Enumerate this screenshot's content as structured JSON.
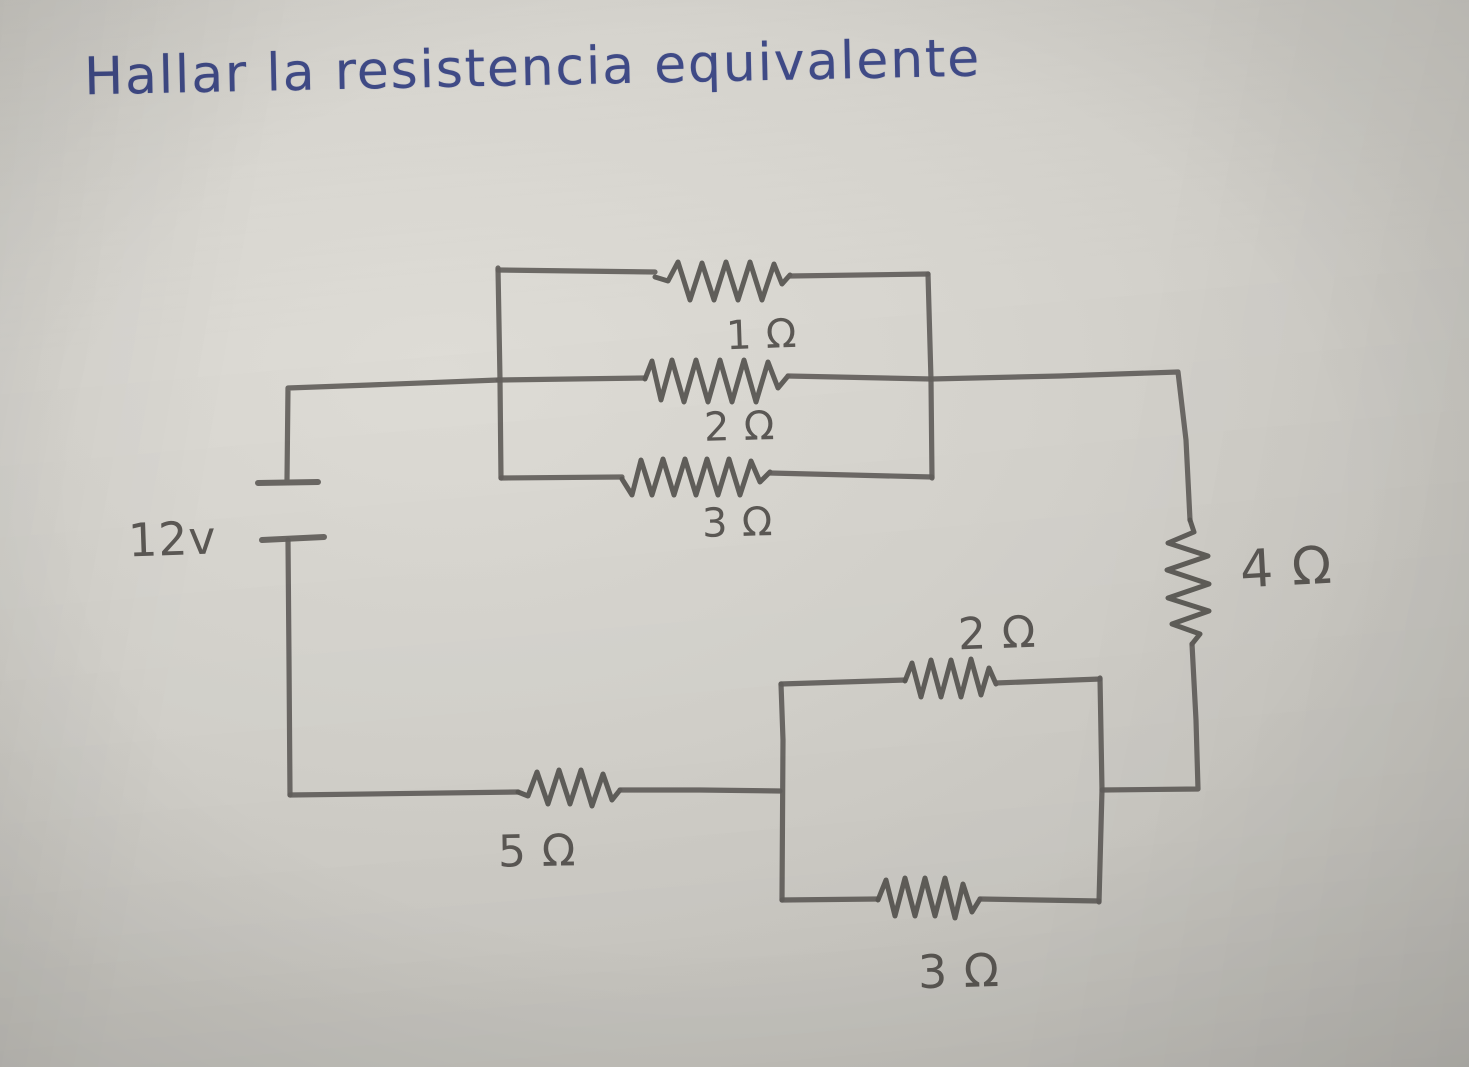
{
  "page": {
    "title_text": "Hallar la resistencia equivalente",
    "ink_blue": "#3f4a86",
    "ink_pencil": "#5b5854",
    "paper": "#d9d7d2"
  },
  "circuit": {
    "source": {
      "label": "12v",
      "type": "battery"
    },
    "top_parallel": {
      "branches": [
        {
          "label": "1 Ω",
          "value": 1,
          "unit": "Ω"
        },
        {
          "label": "2 Ω",
          "value": 2,
          "unit": "Ω"
        },
        {
          "label": "3 Ω",
          "value": 3,
          "unit": "Ω"
        }
      ]
    },
    "right_series": {
      "label": "4 Ω",
      "value": 4,
      "unit": "Ω"
    },
    "bottom_series": {
      "label": "5 Ω",
      "value": 5,
      "unit": "Ω"
    },
    "bottom_parallel": {
      "branches": [
        {
          "label": "2 Ω",
          "value": 2,
          "unit": "Ω"
        },
        {
          "label": "3 Ω",
          "value": 3,
          "unit": "Ω"
        }
      ]
    }
  }
}
